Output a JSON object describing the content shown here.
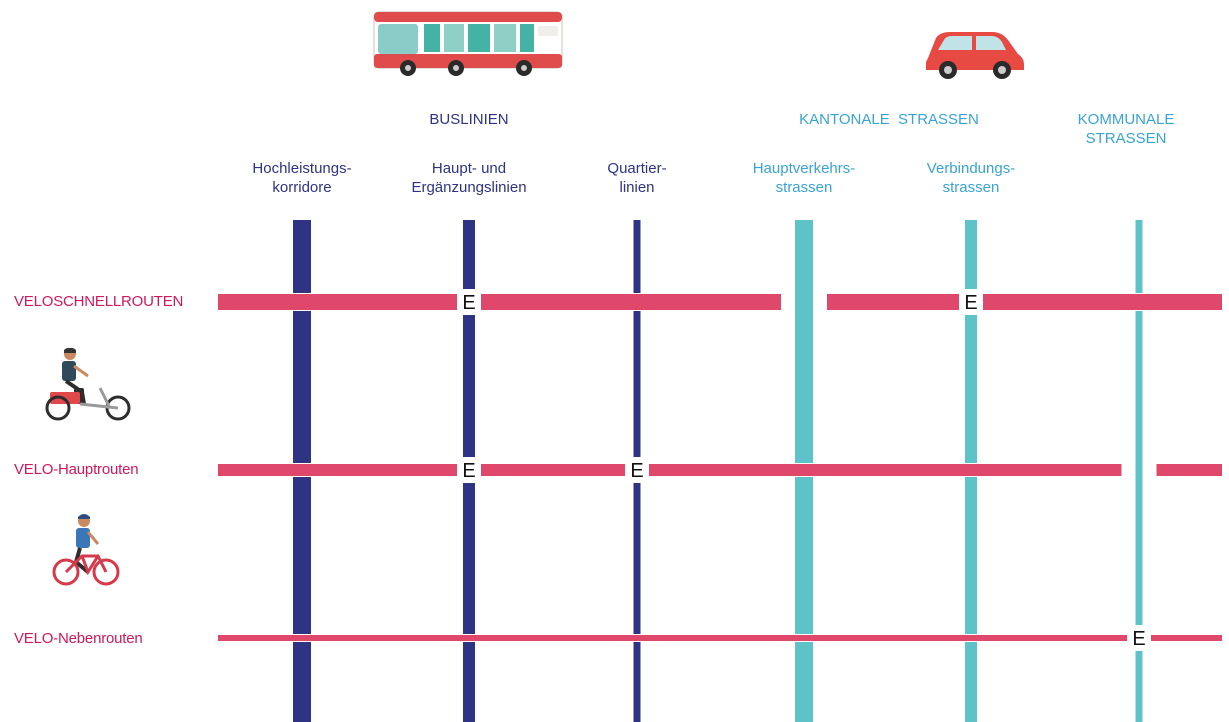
{
  "groups": {
    "bus": "BUSLINIEN",
    "cantonal": "KANTONALE  STRASSEN",
    "communal": "KOMMUNALE\nSTRASSEN"
  },
  "columns": [
    {
      "key": "hochleistung",
      "label": "Hochleistungs-\nkorridore",
      "group": "bus",
      "weight": "thick"
    },
    {
      "key": "haupt",
      "label": "Haupt- und\nErgänzungslinien",
      "group": "bus",
      "weight": "medium"
    },
    {
      "key": "quartier",
      "label": "Quartier-\nlinien",
      "group": "bus",
      "weight": "thin"
    },
    {
      "key": "hauptverkehr",
      "label": "Hauptverkehrs-\nstrassen",
      "group": "cantonal",
      "weight": "thick"
    },
    {
      "key": "verbindung",
      "label": "Verbindungs-\nstrassen",
      "group": "cantonal",
      "weight": "medium"
    },
    {
      "key": "kommunal",
      "label": "",
      "group": "communal",
      "weight": "thin"
    }
  ],
  "rows": [
    {
      "key": "schnell",
      "label": "VELOSCHNELLROUTEN",
      "weight": "thick"
    },
    {
      "key": "haupt",
      "label": "VELO-Hauptrouten",
      "weight": "medium"
    },
    {
      "key": "neben",
      "label": "VELO-Nebenrouten",
      "weight": "thin"
    }
  ],
  "crossings": [
    [
      "over",
      "E",
      "over",
      "under",
      "E",
      "over"
    ],
    [
      "over",
      "E",
      "E",
      "over",
      "over",
      "under"
    ],
    [
      "over",
      "over",
      "over",
      "over",
      "over",
      "E"
    ]
  ],
  "crossing_mark": "E",
  "colors": {
    "bus": "#2e3483",
    "cantonal": "#5dc3c9",
    "velo": "#e0486b",
    "velo_text": "#d0185a",
    "bus_text": "#2e3483",
    "cantonal_text": "#3aa3d3"
  },
  "icons": {
    "bus": "bus-icon",
    "car": "car-icon",
    "cargo_bike": "cargo-bike-rider-icon",
    "bike": "bike-rider-icon"
  }
}
